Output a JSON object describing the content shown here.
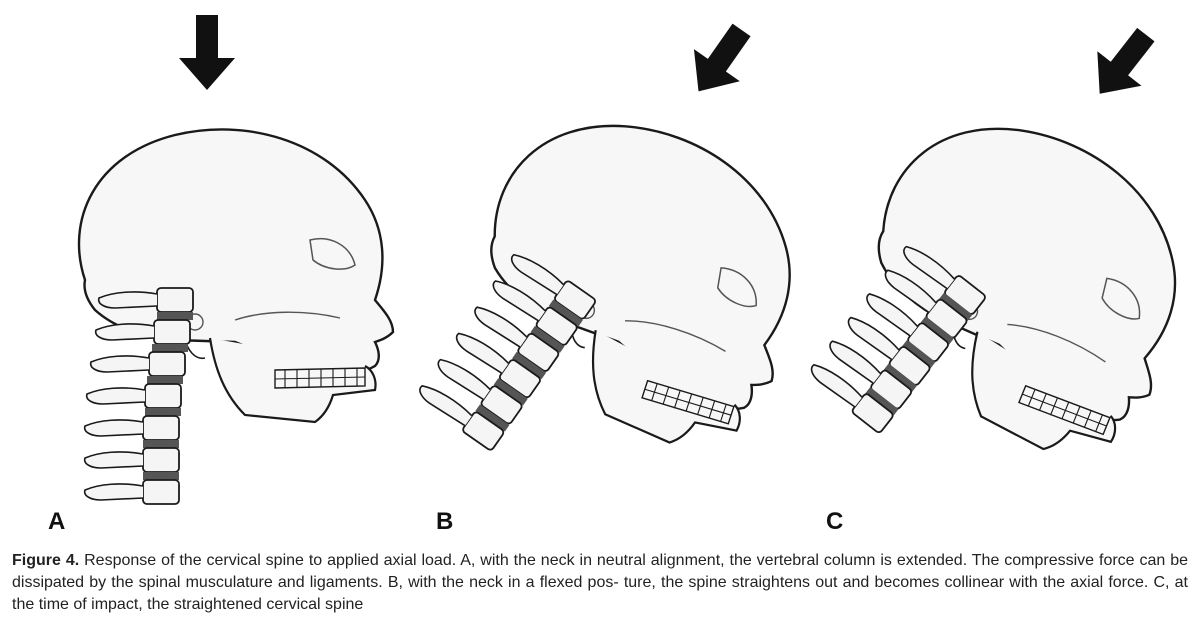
{
  "panels": [
    {
      "label": "A"
    },
    {
      "label": "B"
    },
    {
      "label": "C"
    }
  ],
  "caption": {
    "figure_number": "Figure 4.",
    "lines": [
      "Response of the cervical spine to applied axial load. A, with the neck in neutral alignment, the vertebral column is",
      "extended. The compressive force can be dissipated by the spinal musculature and ligaments. B, with the neck in a flexed pos-",
      "ture, the spine straightens out and becomes collinear with the axial force. C, at the time of impact, the straightened cervical spine"
    ]
  },
  "colors": {
    "ink": "#1a1a1a",
    "skull_fill": "#f7f7f7",
    "disc_dark": "#555555"
  }
}
